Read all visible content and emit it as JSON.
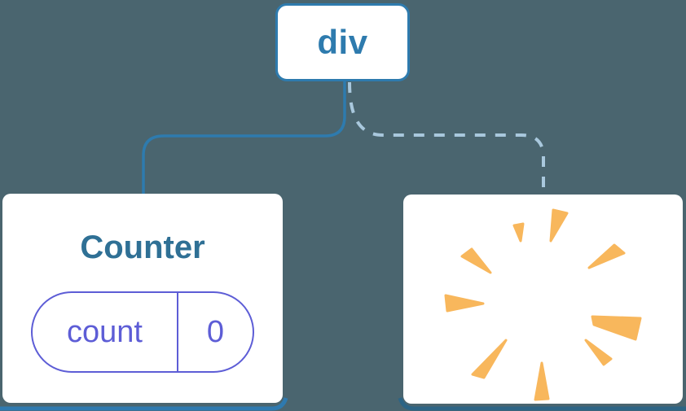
{
  "diagram": {
    "description": "React component tree diagram: a div root keeps its Counter child (with state) while the second child is removed (poof)",
    "root_node": {
      "label": "div"
    },
    "counter_node": {
      "title": "Counter",
      "state_pill": {
        "name": "count",
        "value": "0"
      }
    },
    "removed_node": {
      "icon": "poof-icon"
    },
    "connectors": [
      {
        "type": "solid",
        "from": "div",
        "to": "Counter"
      },
      {
        "type": "dashed",
        "from": "div",
        "to": "removed-node"
      }
    ],
    "colors": {
      "background": "#4a656f",
      "node_border_blue": "#2e7bae",
      "node_text_blue": "#2e7bae",
      "counter_title": "#2f7095",
      "state_indigo": "#5d5dd6",
      "dashed_line": "#a9c8dd",
      "poof_orange": "#f8b75c",
      "bottom_line_left": "#2e7ab0",
      "bottom_line_right": "#2c6485"
    }
  }
}
